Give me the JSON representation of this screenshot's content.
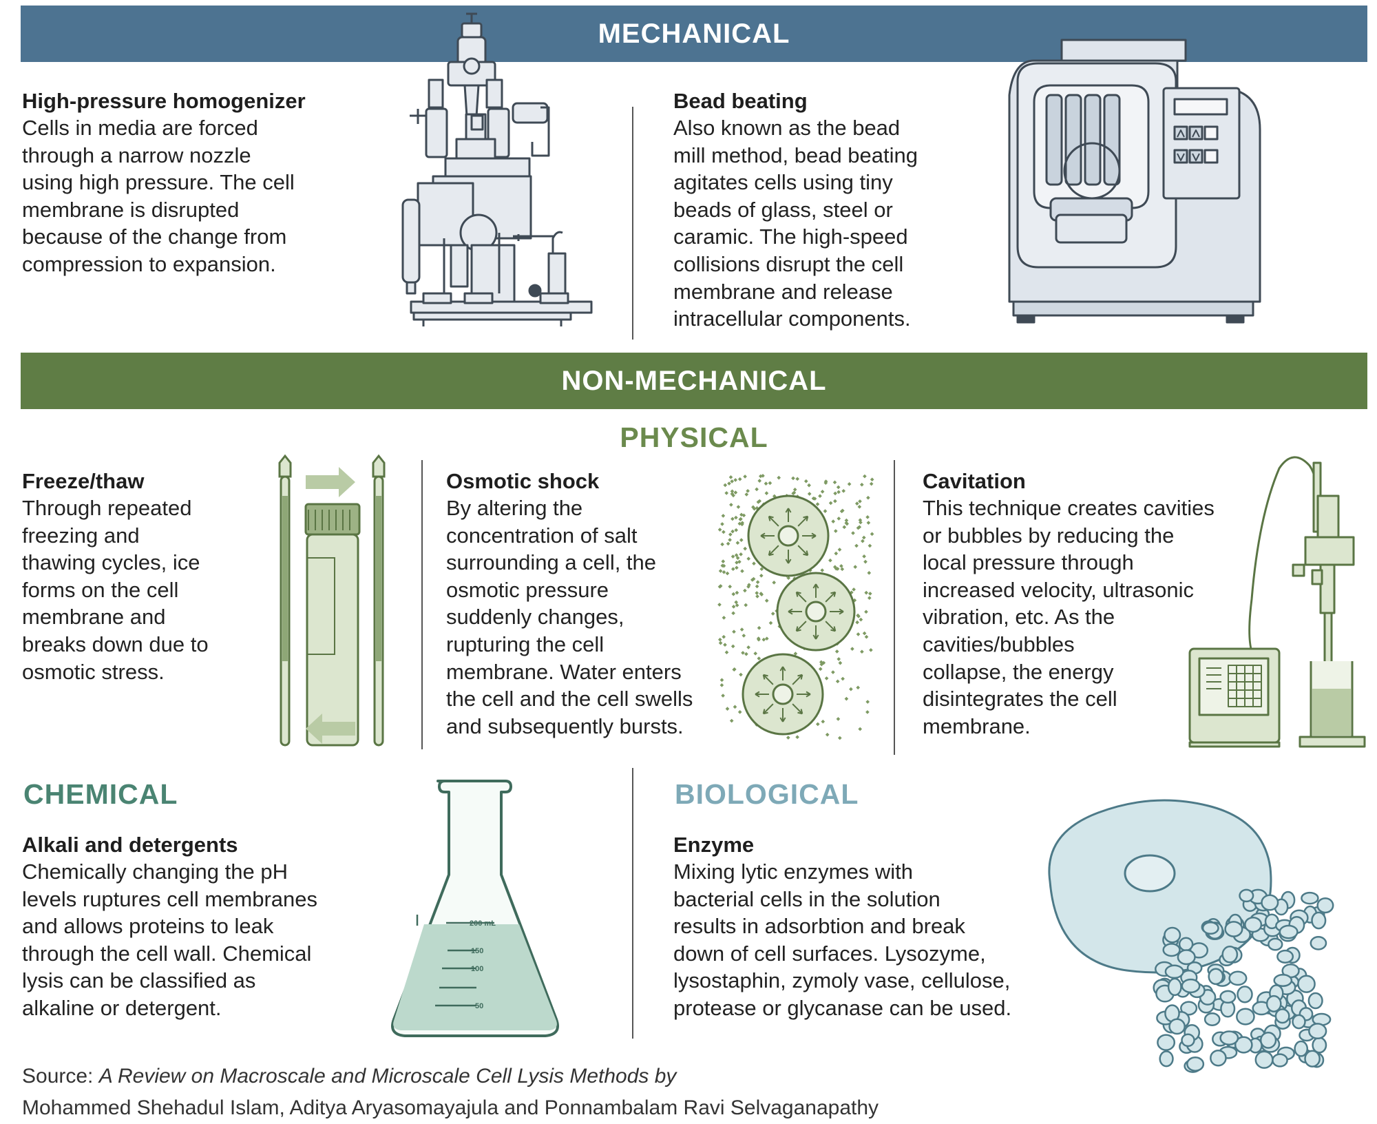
{
  "banners": {
    "mechanical": "MECHANICAL",
    "non_mechanical": "NON-MECHANICAL"
  },
  "subheads": {
    "physical": "PHYSICAL",
    "chemical": "CHEMICAL",
    "biological": "BIOLOGICAL"
  },
  "cards": {
    "homogenizer": {
      "title": "High-pressure homogenizer",
      "body": "Cells in media are forced\nthrough a narrow nozzle\nusing high pressure. The cell\nmembrane is disrupted\nbecause of the change from\ncompression to expansion."
    },
    "bead_beating": {
      "title": "Bead beating",
      "body": "Also known as the bead\nmill method, bead beating\nagitates cells using tiny\nbeads of glass, steel or\ncaramic. The high-speed\ncollisions disrupt the cell\nmembrane and release\nintracellular components."
    },
    "freeze_thaw": {
      "title": "Freeze/thaw",
      "body": "Through repeated\nfreezing and\nthawing cycles, ice\nforms on the cell\nmembrane and\nbreaks down due to\nosmotic stress."
    },
    "osmotic_shock": {
      "title": "Osmotic shock",
      "body": "By altering the\nconcentration of salt\nsurrounding a cell, the\nosmotic pressure\nsuddenly changes,\nrupturing the cell\nmembrane. Water enters\nthe cell and the cell swells\nand subsequently bursts."
    },
    "cavitation": {
      "title": "Cavitation",
      "body": "This technique creates cavities\nor bubbles by reducing the\nlocal pressure through\nincreased velocity, ultrasonic\nvibration, etc. As the\ncavities/bubbles\ncollapse, the energy\ndisintegrates the cell\nmembrane."
    },
    "alkali": {
      "title": "Alkali and detergents",
      "body": "Chemically changing the pH\nlevels ruptures cell membranes\nand allows proteins to leak\nthrough the cell wall. Chemical\nlysis can be classified as\nalkaline or detergent."
    },
    "enzyme": {
      "title": "Enzyme",
      "body": "Mixing lytic enzymes with\nbacterial cells in the solution\nresults in adsorbtion and break\ndown of cell surfaces. Lysozyme,\nlysostaphin, zymoly vase, cellulose,\nprotease or glycanase can be used."
    }
  },
  "flask_marks": {
    "m200": "200 mL",
    "m150": "150",
    "m100": "100",
    "m50": "50"
  },
  "source": {
    "prefix": "Source: ",
    "title": "A Review on Macroscale and Microscale Cell Lysis Methods by",
    "authors": "Mohammed Shehadul Islam, Aditya Aryasomayajula and Ponnambalam Ravi Selvaganapathy"
  },
  "colors": {
    "mechanical": "#4d7391",
    "non_mechanical": "#5f7d45",
    "physical": "#6b8a4d",
    "chemical": "#4a8472",
    "biological": "#7ea9b7"
  }
}
